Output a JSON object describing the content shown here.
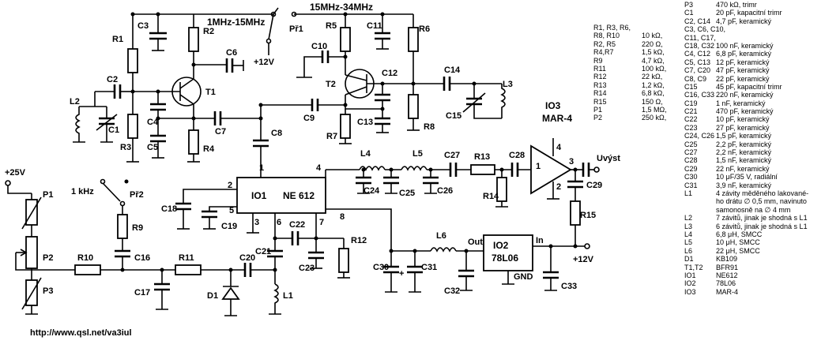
{
  "labels": {
    "band_low": "1MHz-15MHz",
    "band_high": "15MHz-34MHz",
    "switch1": "Př1",
    "switch2": "Př2",
    "supply_25": "+25V",
    "supply_12_top": "+12V",
    "supply_12_right": "+12V",
    "freq_1khz": "1 kHz",
    "output": "Uvýst",
    "io1_name": "IO1",
    "io1_type": "NE 612",
    "io2_name": "IO2",
    "io2_type": "78L06",
    "io2_out": "Out",
    "io2_in": "In",
    "io2_gnd": "GND",
    "io3_name": "IO3",
    "io3_type": "MAR-4",
    "url": "http://www.qsl.net/va3iul",
    "plus": "+",
    "components": {
      "R1": "R1",
      "R2": "R2",
      "R3": "R3",
      "R4": "R4",
      "R5": "R5",
      "R6": "R6",
      "R7": "R7",
      "R8": "R8",
      "R9": "R9",
      "R10": "R10",
      "R11": "R11",
      "R12": "R12",
      "R13": "R13",
      "R14": "R14",
      "R15": "R15",
      "C1": "C1",
      "C2": "C2",
      "C3": "C3",
      "C4": "C4",
      "C5": "C5",
      "C6": "C6",
      "C7": "C7",
      "C8": "C8",
      "C9": "C9",
      "C10": "C10",
      "C11": "C11",
      "C12": "C12",
      "C13": "C13",
      "C14": "C14",
      "C15": "C15",
      "C16": "C16",
      "C17": "C17",
      "C18": "C18",
      "C19": "C19",
      "C20": "C20",
      "C21": "C21",
      "C22": "C22",
      "C23": "C23",
      "C24": "C24",
      "C25": "C25",
      "C26": "C26",
      "C27": "C27",
      "C28": "C28",
      "C29": "C29",
      "C30": "C30",
      "C31": "C31",
      "C32": "C32",
      "C33": "C33",
      "L1": "L1",
      "L2": "L2",
      "L3": "L3",
      "L4": "L4",
      "L5": "L5",
      "L6": "L6",
      "T1": "T1",
      "T2": "T2",
      "D1": "D1",
      "P1": "P1",
      "P2": "P2",
      "P3": "P3"
    },
    "pins": {
      "p1": "1",
      "p2": "2",
      "p3": "3",
      "p4": "4",
      "p5": "5",
      "p6": "6",
      "p7": "7",
      "p8": "8",
      "m1": "1",
      "m2": "2",
      "m3": "3",
      "m4": "4"
    }
  },
  "resistor_list": [
    {
      "designators": "R1, R3, R6,",
      "value": ""
    },
    {
      "designators": "R8, R10",
      "value": "10 kΩ,"
    },
    {
      "designators": "R2, R5",
      "value": "220 Ω,"
    },
    {
      "designators": "R4,R7",
      "value": "1,5 kΩ,"
    },
    {
      "designators": "R9",
      "value": "4,7 kΩ,"
    },
    {
      "designators": "R11",
      "value": "100 kΩ,"
    },
    {
      "designators": "R12",
      "value": "22 kΩ,"
    },
    {
      "designators": "R13",
      "value": "1,2 kΩ,"
    },
    {
      "designators": "R14",
      "value": "6,8 kΩ,"
    },
    {
      "designators": "R15",
      "value": "150 Ω,"
    },
    {
      "designators": "P1",
      "value": "1,5 MΩ,"
    },
    {
      "designators": "P2",
      "value": "250 kΩ,"
    }
  ],
  "parts_list": [
    {
      "designators": "P3",
      "value": "470 kΩ, trimr"
    },
    {
      "designators": "C1",
      "value": "20 pF, kapacitní trimr"
    },
    {
      "designators": "C2, C14",
      "value": "4,7 pF, keramický"
    },
    {
      "designators": "C3, C6, C10,",
      "value": ""
    },
    {
      "designators": "   C11, C17,",
      "value": ""
    },
    {
      "designators": "   C18, C32",
      "value": "100 nF, keramický"
    },
    {
      "designators": "C4, C12",
      "value": "6,8 pF, keramický"
    },
    {
      "designators": "C5, C13",
      "value": "12 pF, keramický"
    },
    {
      "designators": "C7, C20",
      "value": "47 pF, keramický"
    },
    {
      "designators": "C8, C9",
      "value": "22 pF, keramický"
    },
    {
      "designators": "C15",
      "value": "45 pF, kapacitní trimr"
    },
    {
      "designators": "C16, C33",
      "value": "220 nF, keramický"
    },
    {
      "designators": "C19",
      "value": "1 nF, keramický"
    },
    {
      "designators": "C21",
      "value": "470 pF, keramický"
    },
    {
      "designators": "C22",
      "value": "10 pF, keramický"
    },
    {
      "designators": "C23",
      "value": "27 pF, keramický"
    },
    {
      "designators": "C24, C26",
      "value": "1,5 pF, keramický"
    },
    {
      "designators": "C25",
      "value": "2,2 pF, keramický"
    },
    {
      "designators": "C27",
      "value": "2,2 nF, keramický"
    },
    {
      "designators": "C28",
      "value": "1,5 nF, keramický"
    },
    {
      "designators": "C29",
      "value": "22 nF, keramický"
    },
    {
      "designators": "C30",
      "value": "10 μF/35 V, radiální"
    },
    {
      "designators": "C31",
      "value": "3,9 nF, keramický"
    },
    {
      "designators": "L1",
      "value": "4 závity měděného lakované-"
    },
    {
      "designators": "",
      "value": "ho drátu ∅ 0,5 mm, navinuto"
    },
    {
      "designators": "",
      "value": "samonosně na ∅ 4 mm"
    },
    {
      "designators": "L2",
      "value": "7 závitů, jinak je shodná s L1"
    },
    {
      "designators": "L3",
      "value": "6 závitů, jinak je shodná s L1"
    },
    {
      "designators": "L4",
      "value": "6,8 μH, SMCC"
    },
    {
      "designators": "L5",
      "value": "10 μH, SMCC"
    },
    {
      "designators": "L6",
      "value": "22 μH, SMCC"
    },
    {
      "designators": "D1",
      "value": "KB109"
    },
    {
      "designators": "T1,T2",
      "value": "BFR91"
    },
    {
      "designators": "IO1",
      "value": "NE612"
    },
    {
      "designators": "IO2",
      "value": "78L06"
    },
    {
      "designators": "IO3",
      "value": "MAR-4"
    }
  ]
}
